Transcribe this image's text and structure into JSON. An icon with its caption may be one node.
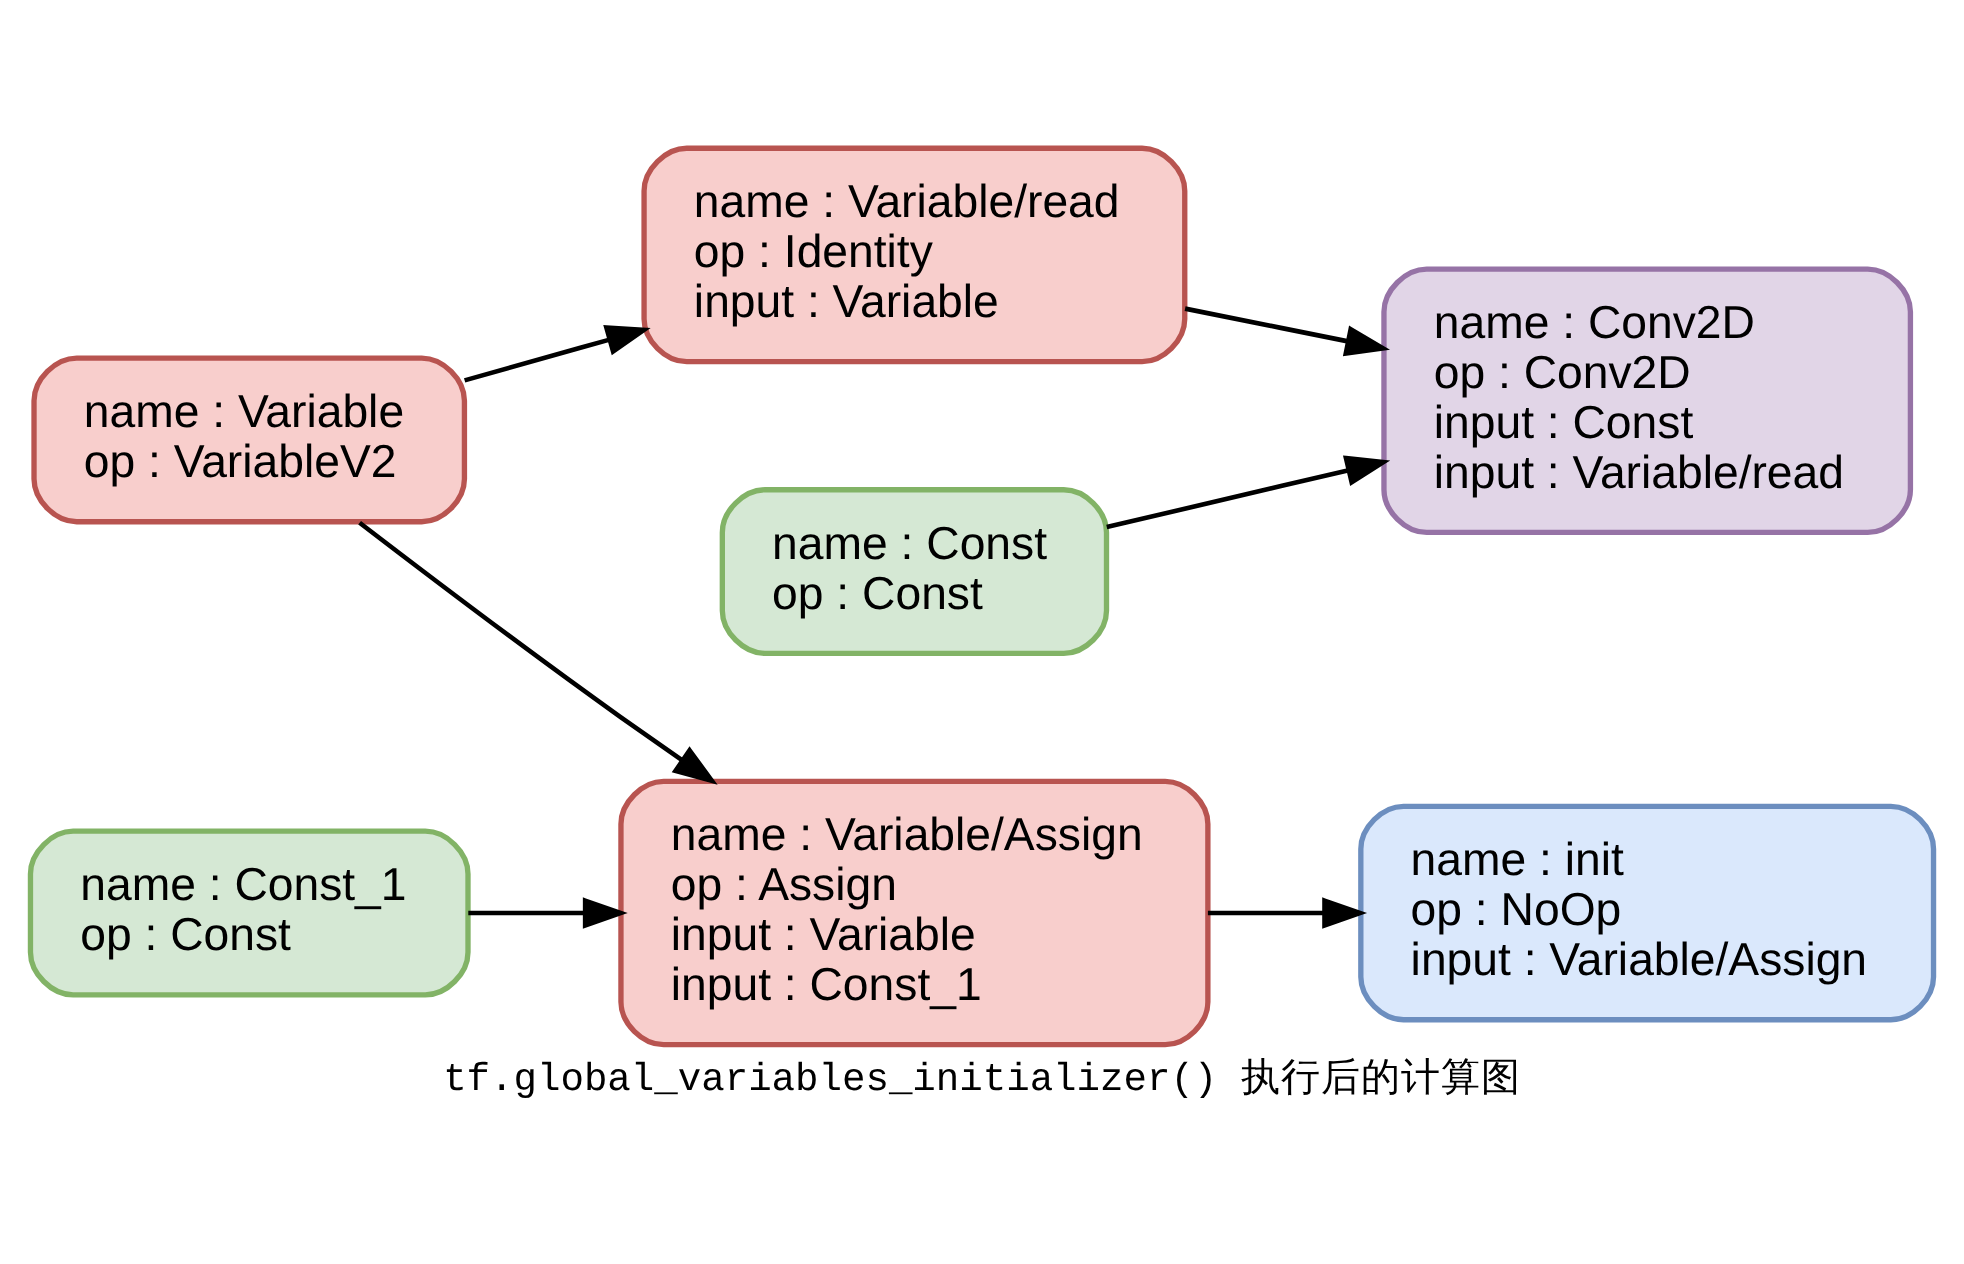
{
  "diagram": {
    "caption": "tf.global_variables_initializer() 执行后的计算图",
    "nodes": [
      {
        "text": [
          "name : Const",
          "op : Const"
        ]
      },
      {
        "text": [
          "name : Const_1",
          "op : Const"
        ]
      },
      {
        "text": [
          "name : Variable/Assign",
          "op : Assign",
          "input : Variable",
          "input : Const_1"
        ]
      },
      {
        "text": [
          "name : init",
          "op : NoOp",
          "input : Variable/Assign"
        ]
      },
      {
        "text": [
          "name : Variable",
          "op : VariableV2"
        ]
      },
      {
        "text": [
          "name : Variable/read",
          "op : Identity",
          "input : Variable"
        ]
      },
      {
        "text": [
          "name : Conv2D",
          "op : Conv2D",
          "input : Const",
          "input : Variable/read"
        ]
      }
    ],
    "edges": [
      {
        "from": 1,
        "to": 2,
        "arrow": "to"
      },
      {
        "from": 4,
        "to": 2,
        "arrow": "to"
      },
      {
        "from": 2,
        "to": 3,
        "arrow": "to"
      },
      {
        "from": 4,
        "to": 5,
        "arrow": "to"
      },
      {
        "from": 0,
        "to": 6,
        "arrow": "to"
      },
      {
        "from": 5,
        "to": 6,
        "arrow": "to"
      }
    ]
  }
}
